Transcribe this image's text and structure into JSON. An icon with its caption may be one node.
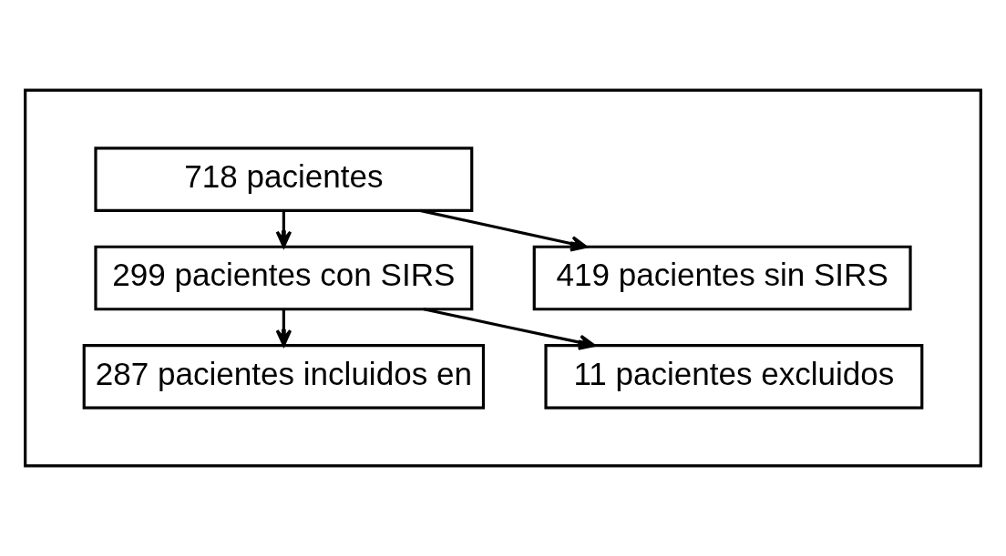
{
  "diagram": {
    "nodes": [
      {
        "text": [],
        "shape": "box"
      },
      {
        "text": [
          "718 pacientes"
        ],
        "in": 0
      },
      {
        "text": [
          "419 pacientes sin SIRS"
        ],
        "in": 0
      },
      {
        "text": [
          "299 pacientes con SIRS"
        ],
        "in": 0
      },
      {
        "text": [
          "11 pacientes excluidos"
        ],
        "in": 0
      },
      {
        "text": [
          "287 pacientes incluidos en"
        ],
        "in": 0
      }
    ],
    "edges": [
      {
        "from": 1,
        "to": 3,
        "arrow": "to"
      },
      {
        "from": 1,
        "to": 2,
        "arrow": "to"
      },
      {
        "from": 3,
        "to": 5,
        "arrow": "to"
      },
      {
        "from": 3,
        "to": 4,
        "arrow": "to"
      }
    ]
  }
}
